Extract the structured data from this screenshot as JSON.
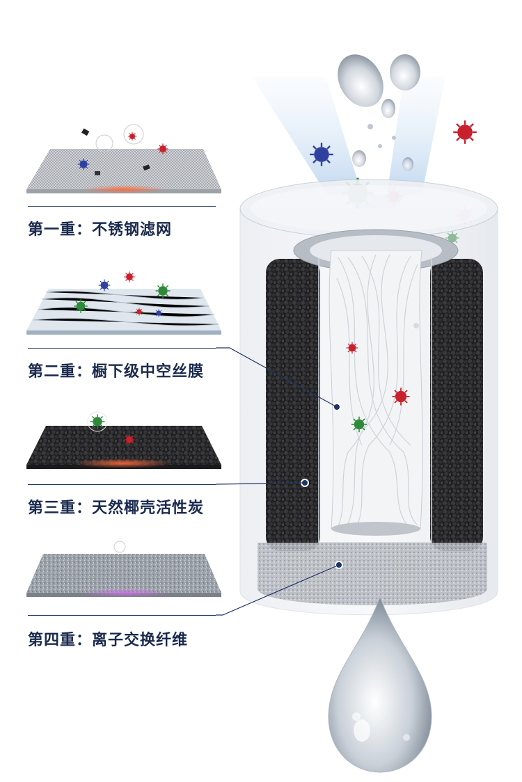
{
  "layers": [
    {
      "label": "第一重：不锈钢滤网",
      "material": "stainless-steel-mesh"
    },
    {
      "label": "第二重：橱下级中空丝膜",
      "material": "hollow-fiber-membrane"
    },
    {
      "label": "第三重：天然椰壳活性炭",
      "material": "coconut-activated-carbon"
    },
    {
      "label": "第四重：离子交换纤维",
      "material": "ion-exchange-fiber"
    }
  ],
  "colors": {
    "label_text": "#1a2a4e",
    "line": "#1f3563",
    "flow_arrow": "#9cc4ea",
    "carbon": "#2a2a2c",
    "fiber": "#f4f6f8",
    "virus_red": "#c8202c",
    "virus_green": "#2e8a3a",
    "virus_blue": "#3040a0"
  },
  "icons": [
    "virus-icon",
    "water-drop-icon",
    "flow-arrow-icon"
  ]
}
